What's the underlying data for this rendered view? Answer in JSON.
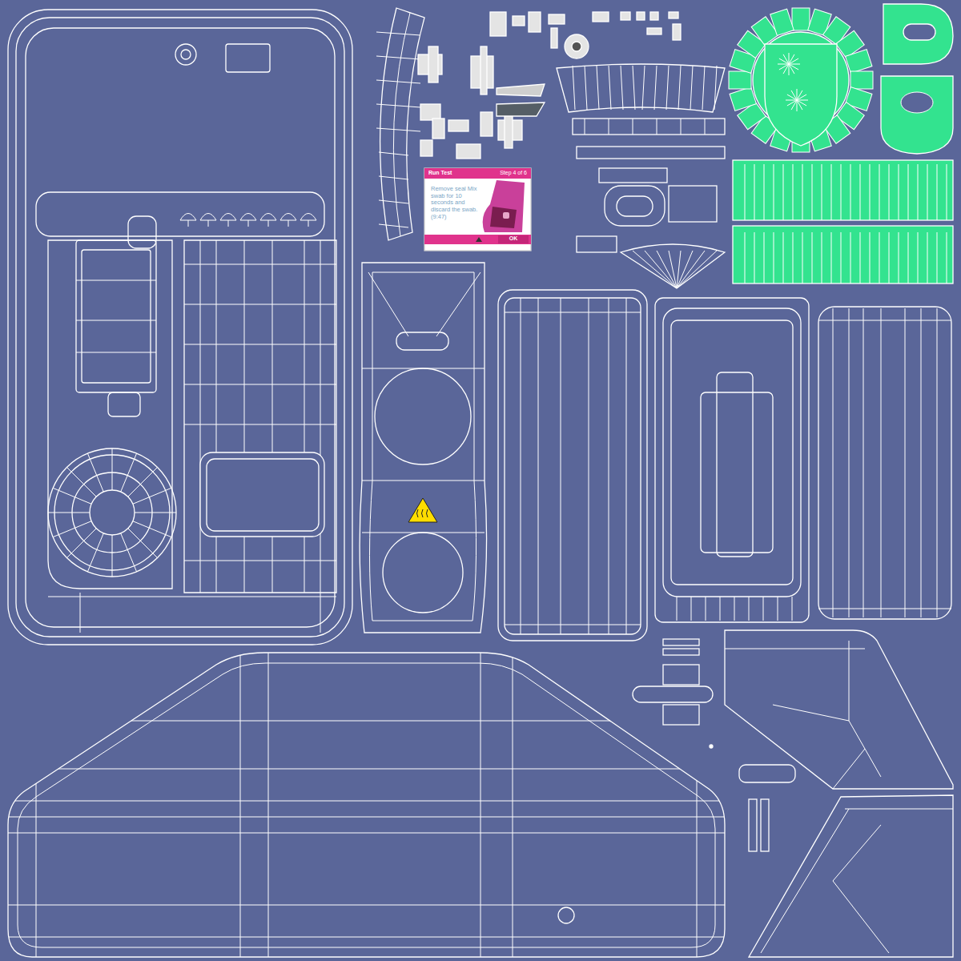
{
  "diagram": {
    "nodes": [
      {
        "text": [
          "Run Test",
          "Step 4 of 6",
          "Remove seal Mix swab for 10 seconds and discard the swab. (9:47)",
          "OK"
        ]
      }
    ]
  }
}
